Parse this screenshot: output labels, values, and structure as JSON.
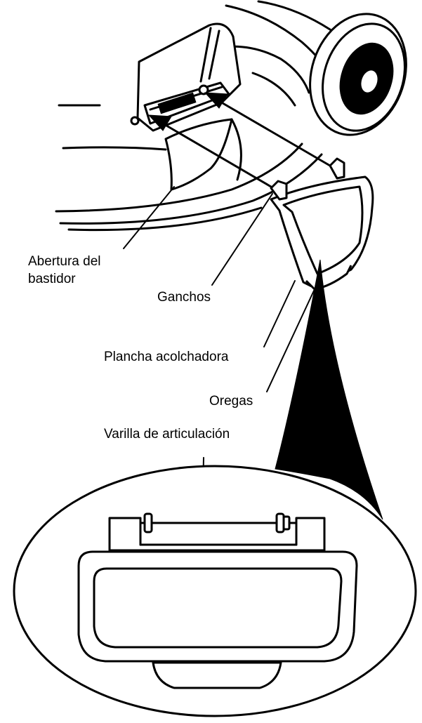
{
  "labels": {
    "frame_opening_line1": "Abertura del",
    "frame_opening_line2": "bastidor",
    "hooks": "Ganchos",
    "mulching_plate": "Plancha acolchadora",
    "ears": "Oregas",
    "hinge_rod": "Varilla de articulación"
  },
  "colors": {
    "ink": "#000000",
    "paper": "#ffffff"
  }
}
